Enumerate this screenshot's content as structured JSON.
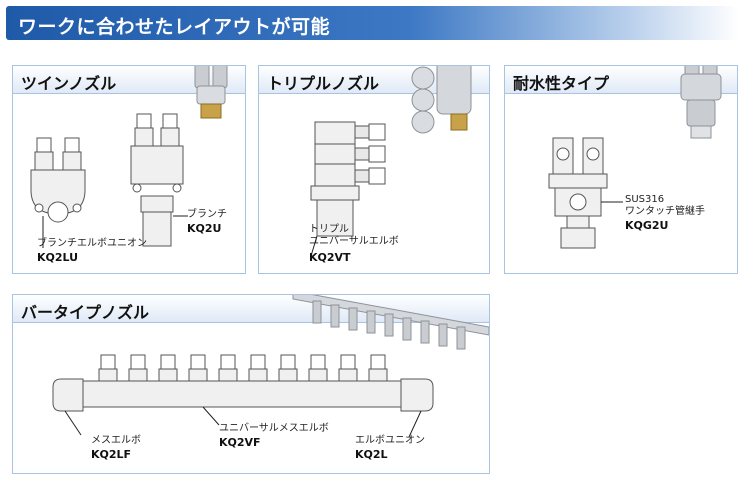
{
  "header": {
    "title": "ワークに合わせたレイアウトが可能"
  },
  "panels": {
    "twin": {
      "title": "ツインノズル",
      "elbow_union": {
        "name": "ブランチエルボユニオン",
        "code": "KQ2LU"
      },
      "branch": {
        "name": "ブランチ",
        "code": "KQ2U"
      }
    },
    "triple": {
      "title": "トリプルノズル",
      "elbow": {
        "name_line1": "トリプル",
        "name_line2": "ユニバーサルエルボ",
        "code": "KQ2VT"
      }
    },
    "water": {
      "title": "耐水性タイプ",
      "fitting": {
        "name_line1": "SUS316",
        "name_line2": "ワンタッチ管継手",
        "code": "KQG2U"
      }
    },
    "bar": {
      "title": "バータイプノズル",
      "female_elbow": {
        "name": "メスエルボ",
        "code": "KQ2LF"
      },
      "universal_female_elbow": {
        "name": "ユニバーサルメスエルボ",
        "code": "KQ2VF"
      },
      "elbow_union": {
        "name": "エルボユニオン",
        "code": "KQ2L"
      }
    }
  },
  "colors": {
    "accent": "#1e5aa8",
    "panel_border": "#a9c4e2"
  }
}
